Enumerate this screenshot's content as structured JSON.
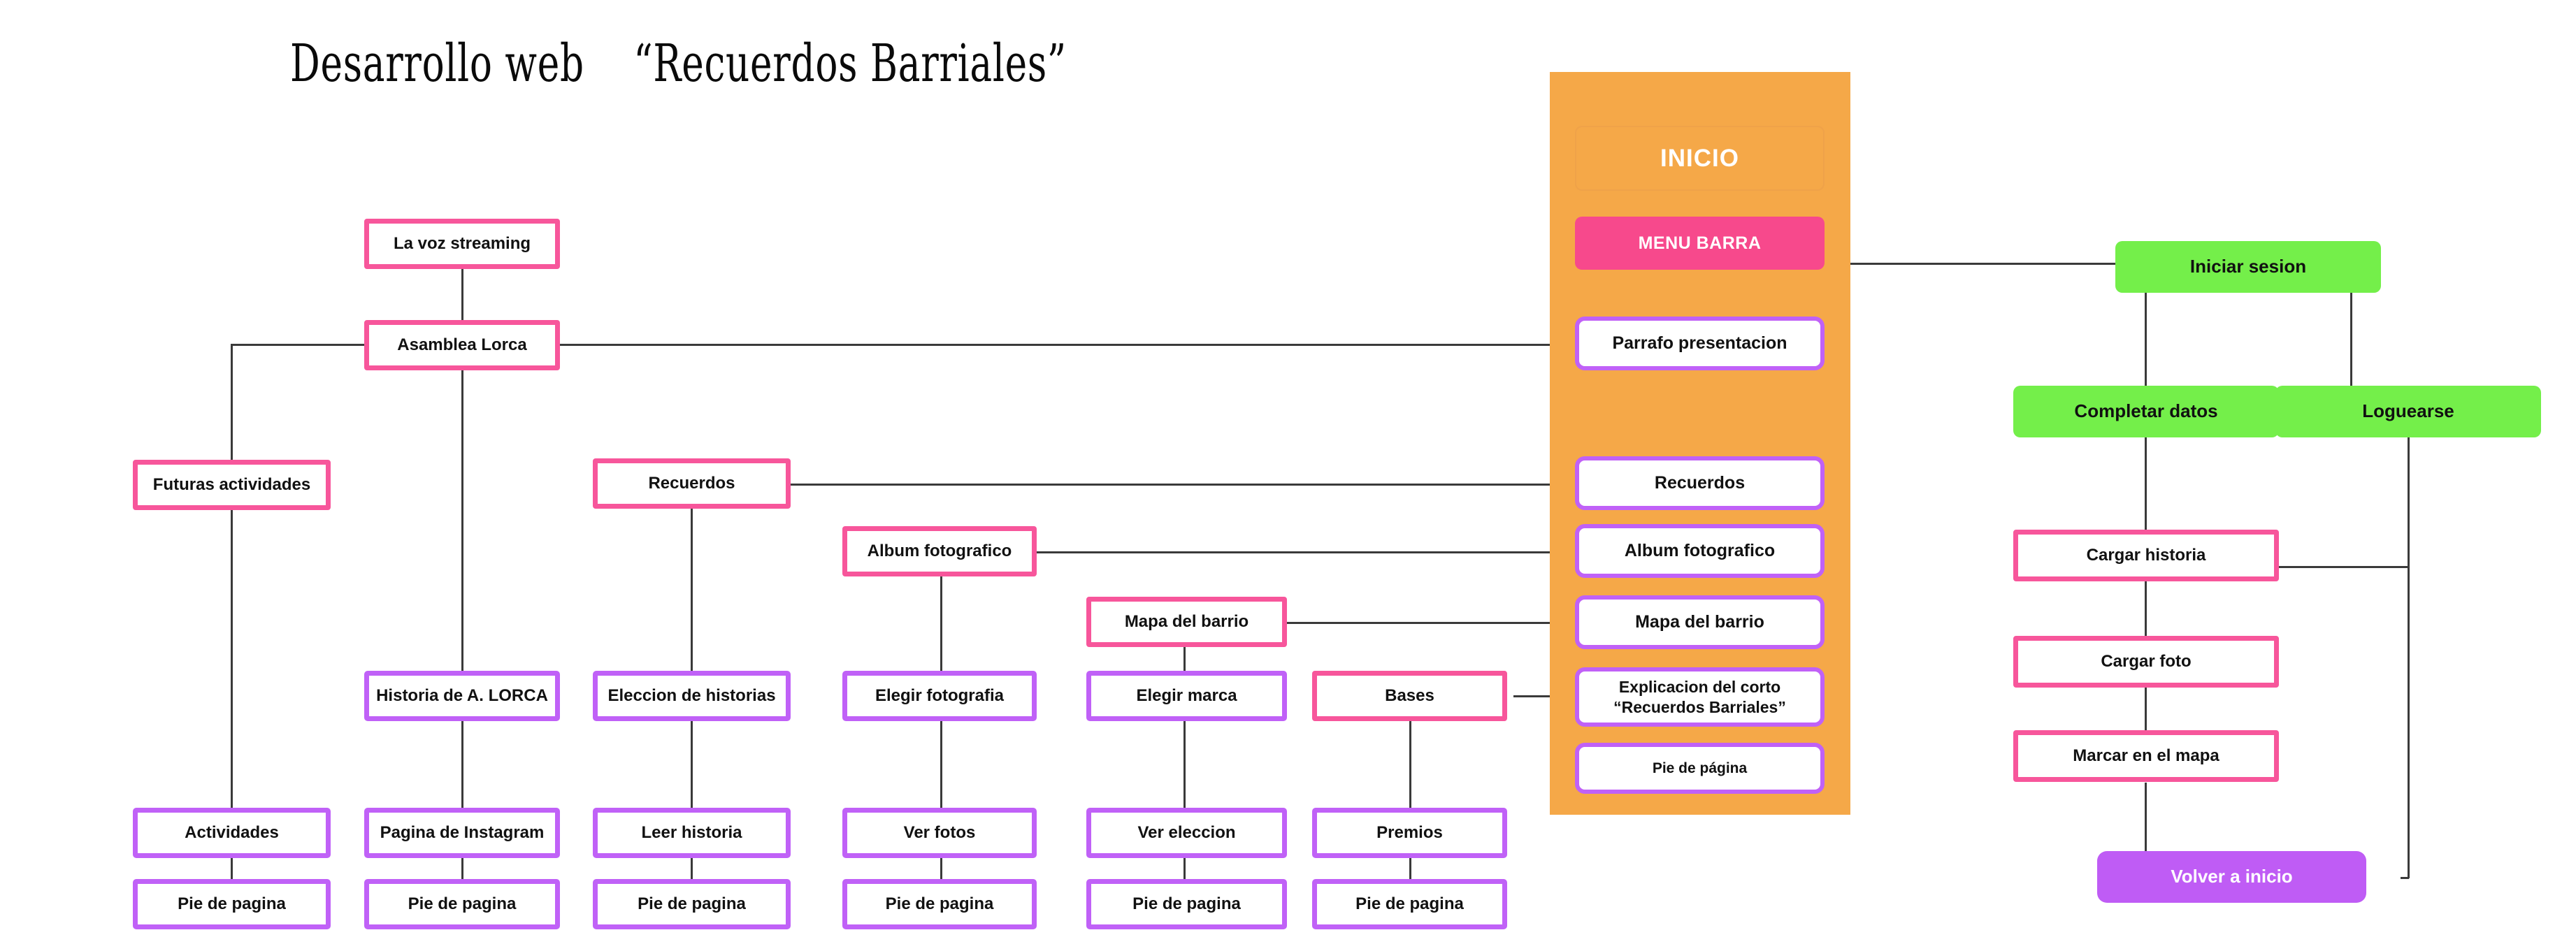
{
  "title": "Desarrollo web    “Recuerdos Barriales”",
  "colors": {
    "pink_border": "#f7569b",
    "purple_border": "#c061f7",
    "orange_panel": "#f5a848",
    "menu_pink": "#f7498c",
    "green_fill": "#74ef4a",
    "violet_fill": "#bf5cf5",
    "connector": "#3a3a3a"
  },
  "center_panel": {
    "header": "INICIO",
    "menu_bar": "MENU BARRA",
    "items": [
      {
        "label": "Parrafo presentacion"
      },
      {
        "label": "Recuerdos"
      },
      {
        "label": "Album fotografico"
      },
      {
        "label": "Mapa del barrio"
      },
      {
        "label": "Explicacion del corto\n“Recuerdos Barriales”"
      },
      {
        "label": "Pie de página"
      }
    ]
  },
  "left_tree": {
    "nodes": [
      {
        "id": "la-voz-streaming",
        "label": "La voz streaming",
        "style": "pink"
      },
      {
        "id": "asamblea-lorca",
        "label": "Asamblea Lorca",
        "style": "pink"
      },
      {
        "id": "futuras-actividades",
        "label": "Futuras actividades",
        "style": "pink"
      },
      {
        "id": "recuerdos",
        "label": "Recuerdos",
        "style": "pink"
      },
      {
        "id": "album-fotografico",
        "label": "Album fotografico",
        "style": "pink"
      },
      {
        "id": "mapa-del-barrio",
        "label": "Mapa del barrio",
        "style": "pink"
      },
      {
        "id": "bases",
        "label": "Bases",
        "style": "pink"
      },
      {
        "id": "historia-de-a-lorca",
        "label": "Historia de A. LORCA",
        "style": "purple"
      },
      {
        "id": "eleccion-de-historias",
        "label": "Eleccion de historias",
        "style": "purple"
      },
      {
        "id": "elegir-fotografia",
        "label": "Elegir fotografia",
        "style": "purple"
      },
      {
        "id": "elegir-marca",
        "label": "Elegir marca",
        "style": "purple"
      },
      {
        "id": "actividades",
        "label": "Actividades",
        "style": "purple"
      },
      {
        "id": "pagina-de-instagram",
        "label": "Pagina de Instagram",
        "style": "purple"
      },
      {
        "id": "leer-historia",
        "label": "Leer historia",
        "style": "purple"
      },
      {
        "id": "ver-fotos",
        "label": "Ver fotos",
        "style": "purple"
      },
      {
        "id": "ver-eleccion",
        "label": "Ver eleccion",
        "style": "purple"
      },
      {
        "id": "premios",
        "label": "Premios",
        "style": "purple"
      },
      {
        "id": "pie-de-pagina-1",
        "label": "Pie de pagina",
        "style": "purple"
      },
      {
        "id": "pie-de-pagina-2",
        "label": "Pie de pagina",
        "style": "purple"
      },
      {
        "id": "pie-de-pagina-3",
        "label": "Pie de pagina",
        "style": "purple"
      },
      {
        "id": "pie-de-pagina-4",
        "label": "Pie de pagina",
        "style": "purple"
      },
      {
        "id": "pie-de-pagina-5",
        "label": "Pie de pagina",
        "style": "purple"
      },
      {
        "id": "pie-de-pagina-6",
        "label": "Pie de pagina",
        "style": "purple"
      }
    ]
  },
  "right_tree": {
    "nodes": [
      {
        "id": "iniciar-sesion",
        "label": "Iniciar sesion",
        "style": "green-fill"
      },
      {
        "id": "completar-datos",
        "label": "Completar datos",
        "style": "green-fill"
      },
      {
        "id": "loguearse",
        "label": "Loguearse",
        "style": "green-fill"
      },
      {
        "id": "cargar-historia",
        "label": "Cargar historia",
        "style": "pink"
      },
      {
        "id": "cargar-foto",
        "label": "Cargar foto",
        "style": "pink"
      },
      {
        "id": "marcar-en-el-mapa",
        "label": "Marcar en el mapa",
        "style": "pink"
      },
      {
        "id": "volver-a-inicio",
        "label": "Volver a inicio",
        "style": "violet-fill"
      }
    ]
  }
}
